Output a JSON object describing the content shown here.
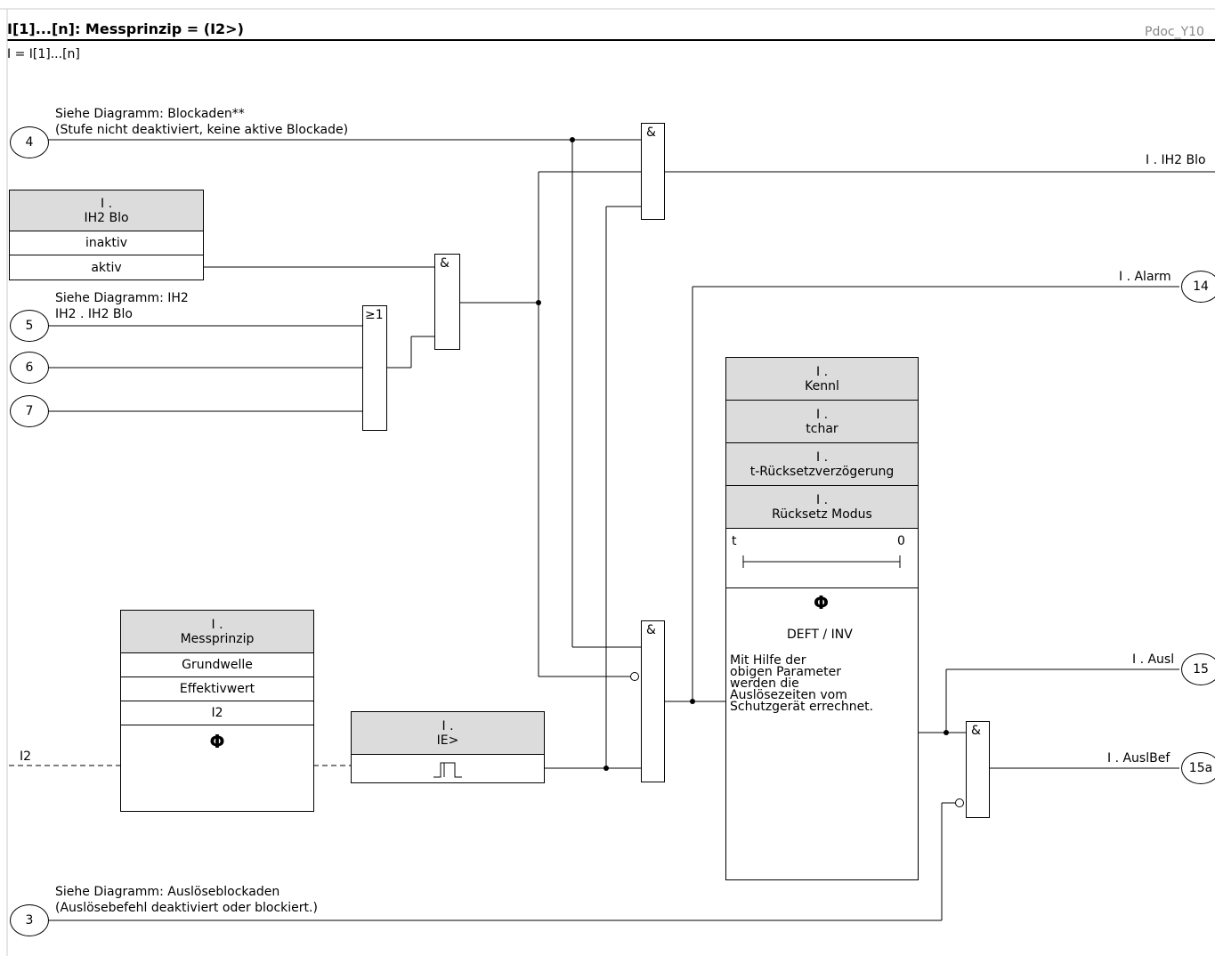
{
  "header": {
    "title": "I[1]...[n]: Messprinzip = (I2>)",
    "ref": "Pdoc_Y10",
    "subtitle": "I = I[1]...[n]"
  },
  "inputs": {
    "in4": {
      "num": "4",
      "line1": "Siehe Diagramm: Blockaden**",
      "line2": "(Stufe nicht deaktiviert, keine aktive Blockade)"
    },
    "in5": {
      "num": "5",
      "line1": "Siehe Diagramm: IH2",
      "line2": "IH2 . IH2 Blo"
    },
    "in6": {
      "num": "6"
    },
    "in7": {
      "num": "7"
    },
    "in3": {
      "num": "3",
      "line1": "Siehe Diagramm: Auslöseblockaden",
      "line2": "(Auslösebefehl deaktiviert oder blockiert.)"
    },
    "i2": "I2"
  },
  "ih2_blo": {
    "header_line1": "I .",
    "header_line2": "IH2 Blo",
    "options": [
      "inaktiv",
      "aktiv"
    ]
  },
  "messprinzip": {
    "header_line1": "I .",
    "header_line2": "Messprinzip",
    "options": [
      "Grundwelle",
      "Effektivwert",
      "I2"
    ],
    "symbol": "Φ"
  },
  "ie": {
    "header_line1": "I .",
    "header_line2": "IE>"
  },
  "char_block": {
    "kennl": {
      "l1": "I .",
      "l2": "Kennl"
    },
    "tchar": {
      "l1": "I .",
      "l2": "tchar"
    },
    "treset": {
      "l1": "I .",
      "l2": "t-Rücksetzverzögerung"
    },
    "resetmode": {
      "l1": "I .",
      "l2": "Rücksetz Modus"
    },
    "t_label": "t",
    "zero_label": "0",
    "symbol": "Φ",
    "mode": "DEFT / INV",
    "desc": [
      "Mit Hilfe der",
      "obigen Parameter",
      "werden die",
      "Auslösezeiten vom",
      "Schutzgerät errechnet."
    ]
  },
  "gates": {
    "and": "&",
    "or": "≥1"
  },
  "outputs": {
    "ih2blo": {
      "label": "I . IH2 Blo"
    },
    "alarm": {
      "label": "I . Alarm",
      "num": "14"
    },
    "ausl": {
      "label": "I . Ausl",
      "num": "15"
    },
    "auslbef": {
      "label": "I . AuslBef",
      "num": "15a"
    }
  }
}
